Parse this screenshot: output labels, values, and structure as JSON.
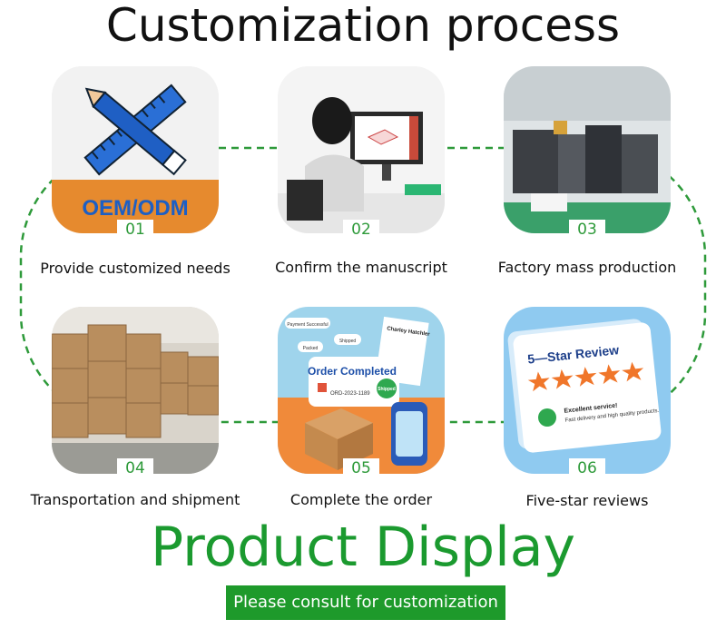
{
  "title": "Customization process",
  "steps": [
    {
      "num": "01",
      "caption": "Provide customized needs",
      "image": "oem-odm-tools-illustration",
      "overlay_text": "OEM/ODM"
    },
    {
      "num": "02",
      "caption": "Confirm the manuscript",
      "image": "designer-at-computer"
    },
    {
      "num": "03",
      "caption": "Factory mass production",
      "image": "printing-factory-machines"
    },
    {
      "num": "04",
      "caption": "Transportation and shipment",
      "image": "warehouse-cardboard-boxes"
    },
    {
      "num": "05",
      "caption": "Complete the order",
      "image": "order-completed-illustration",
      "overlay_text": "Order Completed",
      "order_id": "ORD-2023-1189",
      "stamp": "Shipped",
      "tags": [
        "Payment Successful",
        "Shipped",
        "Packed"
      ],
      "receipt_name": "Charley Hatchler"
    },
    {
      "num": "06",
      "caption": "Five-star reviews",
      "image": "five-star-review-card",
      "overlay_text": "5—Star Review",
      "review_title": "Excellent service!",
      "review_text": "Fast delivery and high quality products."
    }
  ],
  "product_display": "Product Display",
  "consult_label": "Please consult for customization",
  "colors": {
    "accent_green": "#1e9a2b",
    "dash_green": "#2e9a3a",
    "oem_orange": "#e68a2e",
    "review_blue": "#2a7bd4"
  }
}
